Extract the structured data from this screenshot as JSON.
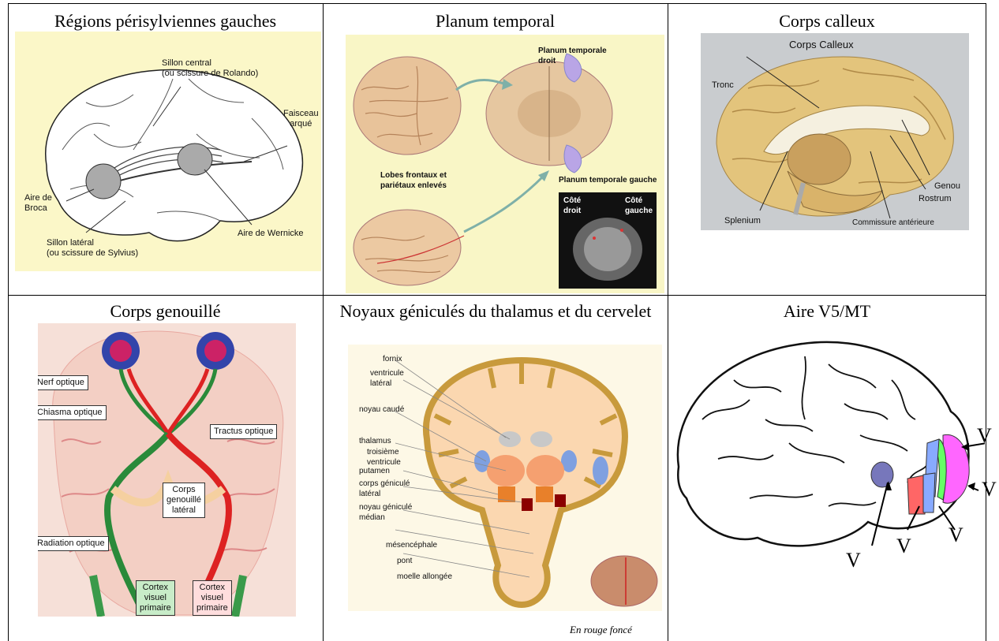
{
  "cells": [
    {
      "title": "Régions périsylviennes gauches",
      "labels": {
        "central": "Sillon central\n(ou scissure de Rolando)",
        "faisceau": "Faisceau\narqué",
        "broca": "Aire de\nBroca",
        "wernicke": "Aire de Wernicke",
        "lateral": "Sillon latéral\n(ou scissure de Sylvius)"
      }
    },
    {
      "title": "Planum temporal",
      "labels": {
        "droit": "Planum temporale\ndroit",
        "gauche": "Planum temporale gauche",
        "lobes": "Lobes frontaux et\npariétaux enlevés",
        "cote_droit": "Côté\ndroit",
        "cote_gauche": "Côté\ngauche"
      }
    },
    {
      "title": "Corps calleux",
      "labels": {
        "heading": "Corps Calleux",
        "tronc": "Tronc",
        "genou": "Genou",
        "rostrum": "Rostrum",
        "splenium": "Splenium",
        "commissure": "Commissure antérieure"
      }
    },
    {
      "title": "Corps genouillé",
      "labels": {
        "nerf": "Nerf optique",
        "chiasma": "Chiasma optique",
        "tractus": "Tractus optique",
        "corps": "Corps\ngenouillé\nlatéral",
        "radiation": "Radiation optique",
        "cortex_left": "Cortex\nvisuel\nprimaire",
        "cortex_right": "Cortex\nvisuel\nprimaire"
      }
    },
    {
      "title": "Noyaux géniculés du thalamus et du cervelet",
      "labels": {
        "fornix": "fornix",
        "ventricule": "ventricule\nlatéral",
        "caude": "noyau caudé",
        "thalamus": "thalamus",
        "troisieme": "troisième\nventricule",
        "putamen": "putamen",
        "cgl": "corps géniculé\nlatéral",
        "cgm": "noyau géniculé\nmédian",
        "mesencephale": "mésencéphale",
        "pont": "pont",
        "moelle": "moelle allongée"
      },
      "caption": "En rouge foncé"
    },
    {
      "title": "Aire V5/MT",
      "labels": {
        "v_right_top": "V",
        "v_right_mid": "V",
        "v_bottom_a": "V",
        "v_bottom_b": "V",
        "v_bottom_c": "V"
      }
    }
  ],
  "colors": {
    "cream": "#fbf7c8",
    "brain_tan": "#e6c48a",
    "gray_matter": "#c89a3c",
    "white_matter": "#fbd7b0"
  }
}
